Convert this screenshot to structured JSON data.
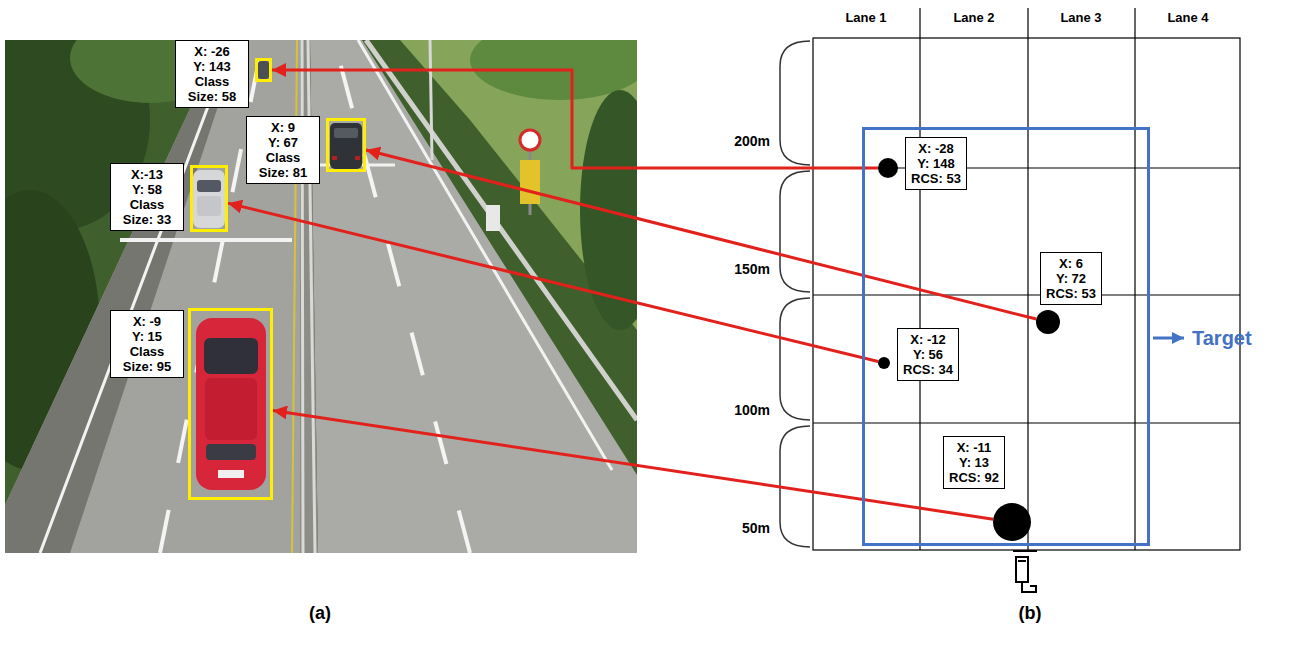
{
  "diagram": {
    "nodes": [
      {
        "text": [
          "X: -26",
          "Y: 143",
          "Class Size: 58"
        ]
      },
      {
        "text": [
          "X: 9",
          "Y: 67",
          "Class Size: 81"
        ]
      },
      {
        "text": [
          "X:-13",
          "Y: 58",
          "Class Size: 33"
        ]
      },
      {
        "text": [
          "X: -9",
          "Y: 15",
          "Class Size: 95"
        ]
      },
      {
        "text": [
          "Target"
        ]
      },
      {
        "text": [
          "X: -28",
          "Y: 148",
          "RCS: 53"
        ],
        "in": 4
      },
      {
        "text": [
          "X: 6",
          "Y: 72",
          "RCS: 53"
        ],
        "in": 4
      },
      {
        "text": [
          "X: -12",
          "Y: 56",
          "RCS: 34"
        ],
        "in": 4
      },
      {
        "text": [
          "X: -11",
          "Y: 13",
          "RCS: 92"
        ],
        "in": 4
      }
    ],
    "edges": [
      {
        "from": 5,
        "to": 0,
        "arrow": "to"
      },
      {
        "from": 6,
        "to": 1,
        "arrow": "to"
      },
      {
        "from": 7,
        "to": 2,
        "arrow": "to"
      },
      {
        "from": 8,
        "to": 3,
        "arrow": "to"
      }
    ],
    "labels": [
      "Lane 1",
      "Lane 2",
      "Lane 3",
      "Lane 4",
      "200m",
      "150m",
      "100m",
      "50m",
      "(a)",
      "(b)"
    ]
  }
}
